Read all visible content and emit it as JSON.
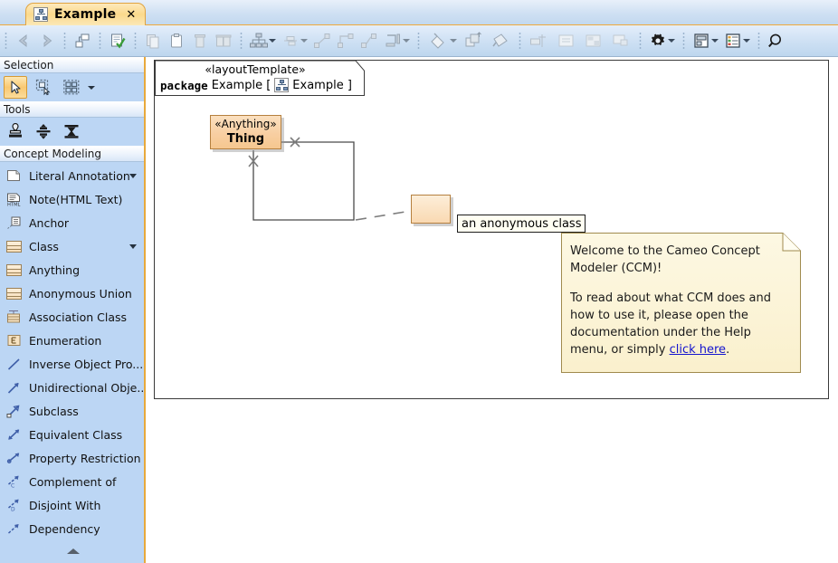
{
  "window": {
    "tab": {
      "title": "Example",
      "close_label": "✕",
      "icon": "diagram-icon"
    }
  },
  "toolbar": {
    "groups": [
      {
        "name": "navigation",
        "buttons": [
          {
            "name": "back-button",
            "icon": "arrow-left-icon"
          },
          {
            "name": "forward-button",
            "icon": "arrow-right-icon"
          }
        ]
      },
      {
        "name": "structure",
        "buttons": [
          {
            "name": "containment-tree-button",
            "icon": "tree-icon"
          }
        ]
      },
      {
        "name": "validate",
        "buttons": [
          {
            "name": "validate-button",
            "icon": "document-check-icon"
          }
        ]
      },
      {
        "name": "clipboard",
        "buttons": [
          {
            "name": "copy-button",
            "icon": "copy-icon"
          },
          {
            "name": "paste-button",
            "icon": "clipboard-icon"
          },
          {
            "name": "delete-button",
            "icon": "trash-icon"
          },
          {
            "name": "delete-all-button",
            "icon": "trash-multiple-icon"
          }
        ]
      },
      {
        "name": "layout",
        "buttons": [
          {
            "name": "layout-button",
            "icon": "hierarchy-icon",
            "has_dropdown": true
          },
          {
            "name": "align-button",
            "icon": "align-icon",
            "has_dropdown": true
          },
          {
            "name": "path-style-oblique-button",
            "icon": "line-oblique-icon"
          },
          {
            "name": "path-style-rectilinear-button",
            "icon": "line-rectilinear-icon"
          },
          {
            "name": "path-style-bezier-button",
            "icon": "line-bezier-icon"
          },
          {
            "name": "path-style-tree-button",
            "icon": "line-tree-icon",
            "has_dropdown": true
          }
        ]
      },
      {
        "name": "styles",
        "buttons": [
          {
            "name": "fill-color-button",
            "icon": "paint-fill-icon",
            "has_dropdown": true
          },
          {
            "name": "bring-to-front-button",
            "icon": "bring-front-icon"
          },
          {
            "name": "format-painter-button",
            "icon": "paint-bucket-icon"
          }
        ]
      },
      {
        "name": "size",
        "buttons": [
          {
            "name": "fit-size-button",
            "icon": "fit-shape-icon"
          },
          {
            "name": "same-width-button",
            "icon": "same-width-icon"
          },
          {
            "name": "same-height-button",
            "icon": "same-height-icon"
          },
          {
            "name": "same-size-button",
            "icon": "same-size-icon"
          }
        ]
      },
      {
        "name": "options",
        "buttons": [
          {
            "name": "options-button",
            "icon": "gear-icon",
            "has_dropdown": true
          }
        ]
      },
      {
        "name": "view",
        "buttons": [
          {
            "name": "layout-view-button",
            "icon": "panes-icon",
            "has_dropdown": true
          },
          {
            "name": "legend-button",
            "icon": "list-icon",
            "has_dropdown": true
          }
        ]
      },
      {
        "name": "search",
        "buttons": [
          {
            "name": "search-button",
            "icon": "magnifier-icon"
          }
        ]
      }
    ]
  },
  "sidebar": {
    "sections": [
      {
        "title": "Selection"
      },
      {
        "title": "Tools"
      },
      {
        "title": "Concept Modeling"
      }
    ],
    "selection_tools": [
      {
        "name": "select-pointer-tool",
        "icon": "arrow-cursor-icon",
        "selected": true
      },
      {
        "name": "marquee-select-tool",
        "icon": "marquee-select-icon",
        "selected": false
      },
      {
        "name": "multi-select-tool",
        "icon": "multi-select-icon",
        "selected": false
      }
    ],
    "tools": [
      {
        "name": "stamp-tool",
        "icon": "stamp-icon"
      },
      {
        "name": "align-center-tool",
        "icon": "align-center-icon"
      },
      {
        "name": "distribute-tool",
        "icon": "distribute-icon"
      }
    ],
    "items": [
      {
        "label": "Literal Annotation",
        "icon": "note-page-icon",
        "has_dropdown": true
      },
      {
        "label": "Note(HTML Text)",
        "icon": "html-note-icon",
        "has_dropdown": false
      },
      {
        "label": "Anchor",
        "icon": "anchor-note-icon",
        "has_dropdown": false
      },
      {
        "label": "Class",
        "icon": "class-icon",
        "has_dropdown": true
      },
      {
        "label": "Anything",
        "icon": "class-icon",
        "has_dropdown": false
      },
      {
        "label": "Anonymous Union",
        "icon": "class-icon",
        "has_dropdown": false
      },
      {
        "label": "Association Class",
        "icon": "association-class-icon",
        "has_dropdown": false
      },
      {
        "label": "Enumeration",
        "icon": "enumeration-icon",
        "has_dropdown": false
      },
      {
        "label": "Inverse Object Pro...",
        "icon": "plain-line-icon",
        "has_dropdown": false
      },
      {
        "label": "Unidirectional Obje...",
        "icon": "arrow-line-icon",
        "has_dropdown": false
      },
      {
        "label": "Subclass",
        "icon": "subclass-arrow-icon",
        "has_dropdown": false
      },
      {
        "label": "Equivalent Class",
        "icon": "double-arrow-icon",
        "has_dropdown": false
      },
      {
        "label": "Property Restriction",
        "icon": "restriction-arrow-icon",
        "has_dropdown": false
      },
      {
        "label": "Complement of",
        "icon": "complement-arrow-icon",
        "has_dropdown": false
      },
      {
        "label": "Disjoint With",
        "icon": "disjoint-arrow-icon",
        "has_dropdown": false
      },
      {
        "label": "Dependency",
        "icon": "dependency-arrow-icon",
        "has_dropdown": false
      }
    ],
    "collapse_icon": "chevron-up-icon"
  },
  "diagram": {
    "package_header": {
      "stereotype": "«layoutTemplate»",
      "keyword": "package",
      "name": "Example [",
      "icon": "diagram-icon",
      "inner_name": "Example ]"
    },
    "thing_node": {
      "stereotype": "«Anything»",
      "name": "Thing"
    },
    "anonymous_node": {
      "label": ""
    },
    "anonymous_label": {
      "text": "an anonymous class"
    },
    "note": {
      "paragraph1": "Welcome to the Cameo Concept Modeler (CCM)!",
      "paragraph2_a": "To read about what CCM does and how to use it, please open the documentation under the Help menu, or simply ",
      "link_text": "click here",
      "paragraph2_b": "."
    }
  },
  "colors": {
    "tab_accent": "#f0a93b",
    "panel_bg": "#bcd6f4",
    "node_fill": "#f8cfa2",
    "note_fill": "#fdf6dc",
    "link": "#1414cf"
  }
}
